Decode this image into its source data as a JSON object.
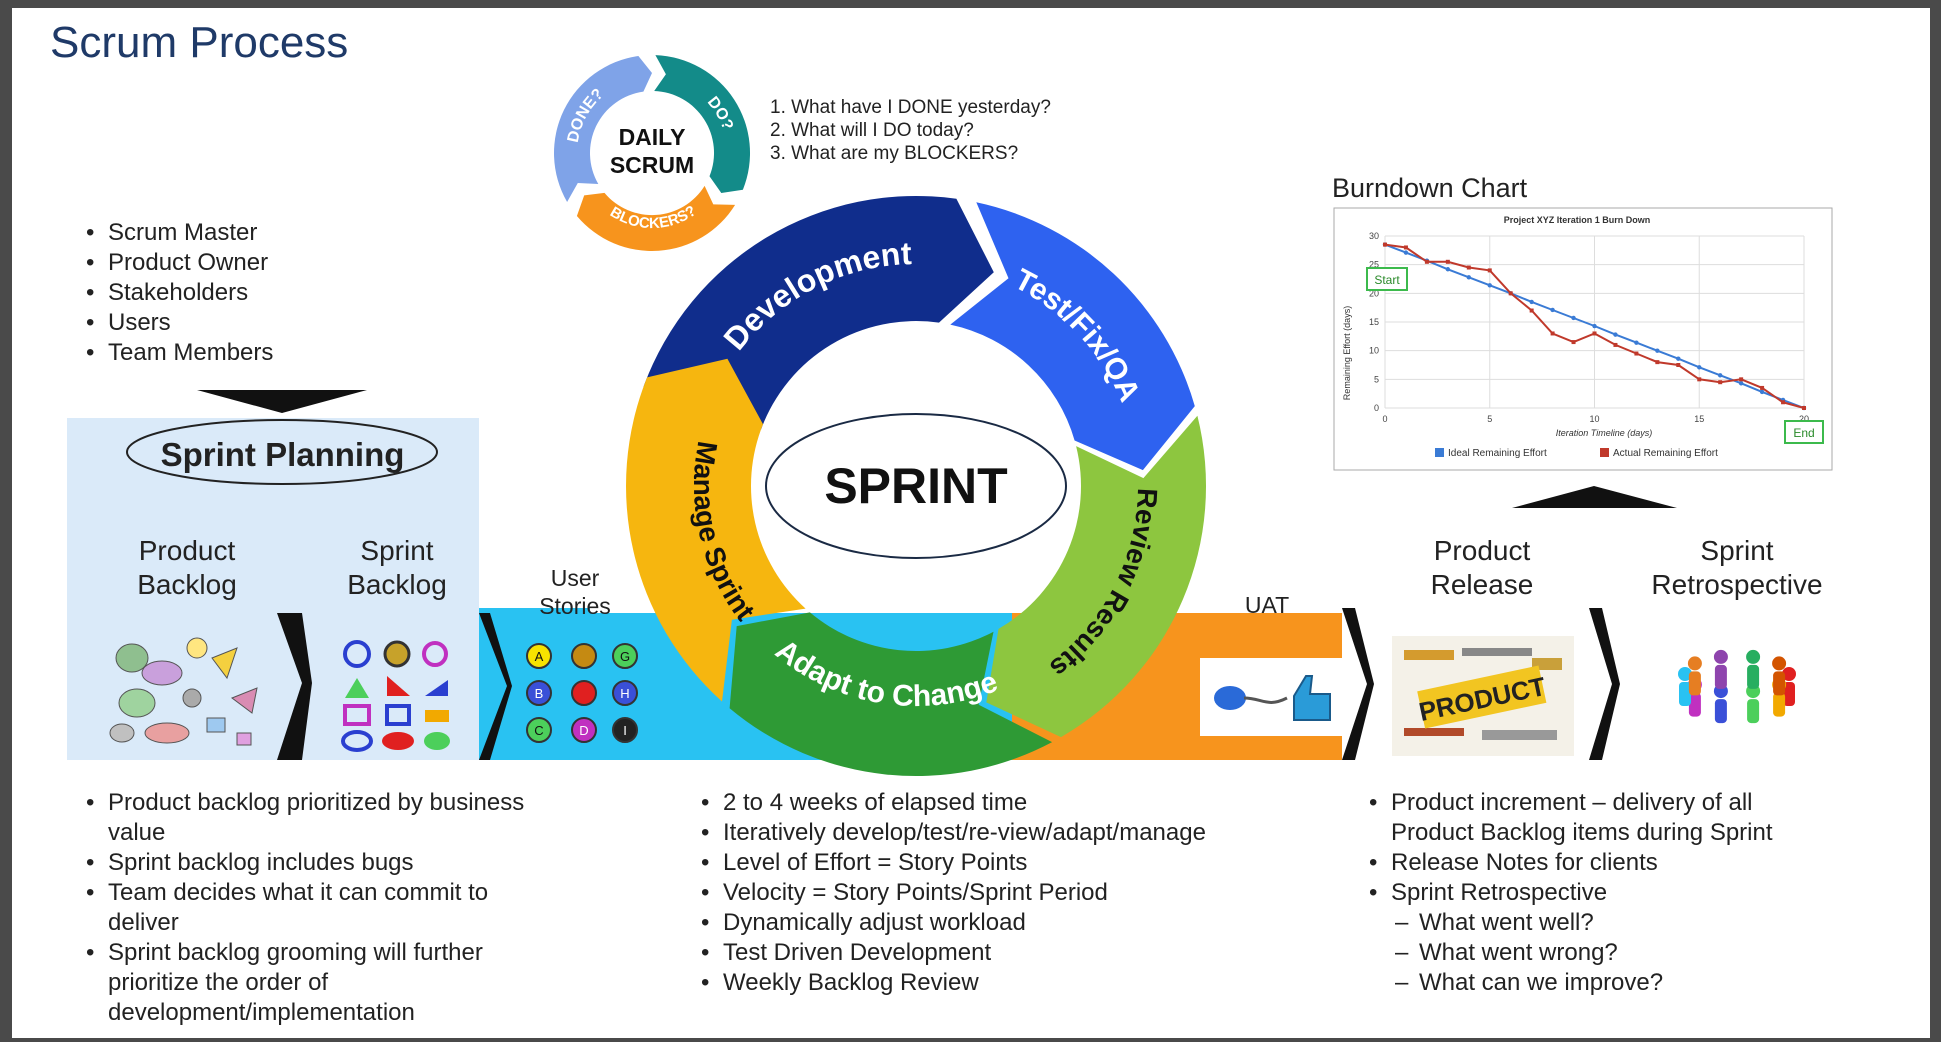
{
  "title": "Scrum Process",
  "roles": [
    "Scrum Master",
    "Product Owner",
    "Stakeholders",
    "Users",
    "Team Members"
  ],
  "daily_scrum": {
    "label_line1": "DAILY",
    "label_line2": "SCRUM",
    "ring_labels": [
      "DONE?",
      "DO?",
      "BLOCKERS?"
    ],
    "questions": [
      "1. What have I DONE yesterday?",
      "2. What will I DO today?",
      "3. What are my BLOCKERS?"
    ]
  },
  "sprint_planning": "Sprint Planning",
  "product_backlog": {
    "line1": "Product",
    "line2": "Backlog"
  },
  "sprint_backlog": {
    "line1": "Sprint",
    "line2": "Backlog"
  },
  "user_stories": {
    "line1": "User",
    "line2": "Stories",
    "nodes": [
      "A",
      "B",
      "C",
      "G",
      "H",
      "D",
      "I"
    ]
  },
  "cycle": {
    "center": "SPRINT",
    "segments": [
      "Development",
      "Test/Fix/QA",
      "Review Results",
      "Adapt to Change",
      "Manage Sprint"
    ]
  },
  "uat": "UAT",
  "product_release": {
    "line1": "Product",
    "line2": "Release",
    "image_word": "PRODUCT"
  },
  "sprint_retrospective": {
    "line1": "Sprint",
    "line2": "Retrospective"
  },
  "burndown": {
    "heading": "Burndown Chart",
    "chart_title": "Project XYZ Iteration 1 Burn Down",
    "xlabel": "Iteration Timeline (days)",
    "ylabel": "Remaining Effort (days)",
    "start_label": "Start",
    "end_label": "End",
    "legend": [
      "Ideal Remaining Effort",
      "Actual Remaining Effort"
    ]
  },
  "chart_data": {
    "type": "line",
    "title": "Project XYZ Iteration 1 Burn Down",
    "xlabel": "Iteration Timeline (days)",
    "ylabel": "Remaining Effort (days)",
    "xlim": [
      0,
      20
    ],
    "ylim": [
      0,
      30
    ],
    "xticks": [
      0,
      5,
      10,
      15,
      20
    ],
    "yticks": [
      0,
      5,
      10,
      15,
      20,
      25,
      30
    ],
    "grid": true,
    "legend_position": "bottom",
    "x": [
      0,
      1,
      2,
      3,
      4,
      5,
      6,
      7,
      8,
      9,
      10,
      11,
      12,
      13,
      14,
      15,
      16,
      17,
      18,
      19,
      20
    ],
    "series": [
      {
        "name": "Ideal Remaining Effort",
        "color": "#3a7bd5",
        "values": [
          28.5,
          27.1,
          25.7,
          24.2,
          22.8,
          21.4,
          20.0,
          18.5,
          17.1,
          15.7,
          14.3,
          12.8,
          11.4,
          10.0,
          8.6,
          7.1,
          5.7,
          4.3,
          2.8,
          1.4,
          0
        ]
      },
      {
        "name": "Actual Remaining Effort",
        "color": "#c0392b",
        "values": [
          28.5,
          28,
          25.5,
          25.5,
          24.5,
          24,
          20,
          17,
          13,
          11.5,
          13,
          11,
          9.5,
          8,
          7.5,
          5,
          4.5,
          5,
          3.5,
          1,
          0
        ]
      }
    ]
  },
  "bullets_left": [
    "Product backlog prioritized by business value",
    "Sprint backlog includes bugs",
    "Team decides what it can commit to deliver",
    "Sprint backlog grooming will further prioritize the order of development/implementation"
  ],
  "bullets_middle": [
    "2 to 4 weeks of elapsed time",
    "Iteratively develop/test/re-view/adapt/manage",
    "Level of Effort = Story Points",
    "Velocity = Story Points/Sprint Period",
    "Dynamically adjust workload",
    "Test Driven Development",
    "Weekly Backlog Review"
  ],
  "bullets_right": [
    "Product increment – delivery of all Product Backlog items during Sprint",
    "Release Notes for clients",
    "Sprint Retrospective"
  ],
  "retro_questions": [
    "What went well?",
    "What went wrong?",
    "What can we improve?"
  ],
  "colors": {
    "title": "#1f3a68",
    "planning_bg": "#daeaf9",
    "stories_bg": "#29c2f2",
    "uat_bg": "#f7941d",
    "development": "#102d8c",
    "test": "#2e62f0",
    "review": "#8dc63f",
    "adapt": "#2e9a35",
    "manage": "#f6b60f",
    "daily_done": "#7fa3e8",
    "daily_do": "#138b89",
    "daily_blockers": "#f7941d"
  }
}
